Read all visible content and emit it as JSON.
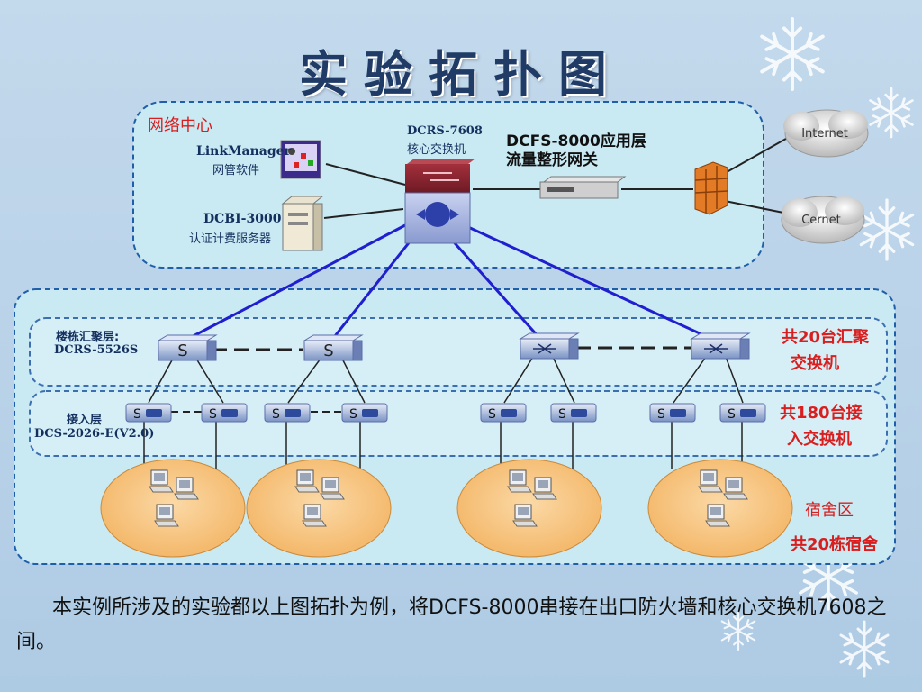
{
  "title": "实验拓扑图",
  "network_center": {
    "label": "网络中心",
    "linkmanager": {
      "name": "LinkManager",
      "desc": "网管软件"
    },
    "dcbi": {
      "name": "DCBI-3000",
      "desc": "认证计费服务器"
    },
    "core": {
      "name": "DCRS-7608",
      "desc": "核心交换机"
    },
    "dcfs": {
      "line1": "DCFS-8000应用层",
      "line2": "流量整形网关"
    },
    "internet": "Internet",
    "cernet": "Cernet"
  },
  "campus": {
    "agg_layer": {
      "label1": "楼栋汇聚层:",
      "label2": "DCRS-5526S"
    },
    "agg_count": {
      "line1": "共20台汇聚",
      "line2": "交换机"
    },
    "access_layer": {
      "label1": "接入层",
      "label2": "DCS-2026-E(V2.0)"
    },
    "access_count": {
      "line1": "共180台接",
      "line2": "入交换机"
    },
    "dorm": {
      "line1": "宿舍区",
      "line2": "共20栋宿舍"
    },
    "switch_glyph": "S"
  },
  "caption": "本实例所涉及的实验都以上图拓扑为例，将DCFS-8000串接在出口防火墙和核心交换机7608之间。",
  "colors": {
    "title": "#1f3b66",
    "red_label": "#d81e1e",
    "link_blue": "#1f1fd0",
    "panel_border": "#1f5ea8"
  }
}
